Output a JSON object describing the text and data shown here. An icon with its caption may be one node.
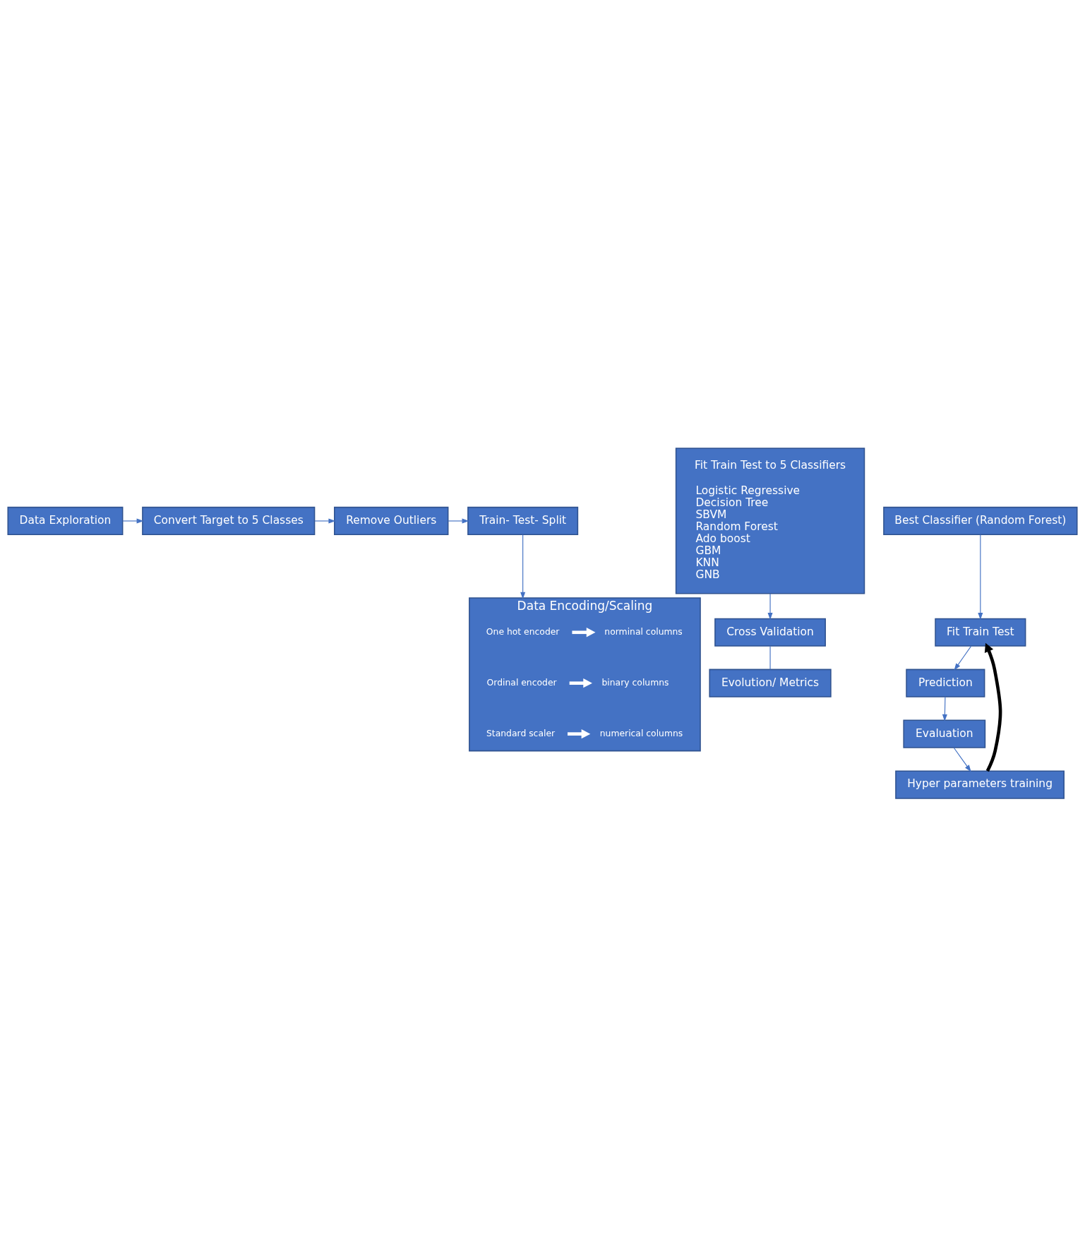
{
  "diagram": {
    "nodes": [
      {
        "text": [
          "Data Exploration"
        ]
      },
      {
        "text": [
          "Convert Target to 5 Classes"
        ]
      },
      {
        "text": [
          "Remove Outliers"
        ]
      },
      {
        "text": [
          "Train- Test- Split"
        ]
      },
      {
        "text": [
          "Data Encoding/Scaling"
        ]
      },
      {
        "text": [
          "One hot encoder"
        ],
        "in": 4
      },
      {
        "text": [
          "norminal columns"
        ],
        "in": 4
      },
      {
        "text": [
          "Ordinal encoder"
        ],
        "in": 4
      },
      {
        "text": [
          "binary columns"
        ],
        "in": 4
      },
      {
        "text": [
          "Standard scaler"
        ],
        "in": 4
      },
      {
        "text": [
          "numerical columns"
        ],
        "in": 4
      },
      {
        "text": [
          "Fit Train Test to 5 Classifiers",
          "Logistic Regressive",
          "Decision Tree",
          "SBVM",
          "Random Forest",
          "Ado boost",
          "GBM",
          "KNN",
          "GNB"
        ]
      },
      {
        "text": [
          "Cross Validation"
        ]
      },
      {
        "text": [
          "Evolution/ Metrics"
        ]
      },
      {
        "text": [
          "Best Classifier (Random Forest)"
        ]
      },
      {
        "text": [
          "Fit Train Test"
        ]
      },
      {
        "text": [
          "Prediction"
        ]
      },
      {
        "text": [
          "Evaluation"
        ]
      },
      {
        "text": [
          "Hyper parameters training"
        ]
      }
    ],
    "edges": [
      {
        "from": 0,
        "to": 1,
        "arrow": "to"
      },
      {
        "from": 1,
        "to": 2,
        "arrow": "to"
      },
      {
        "from": 2,
        "to": 3,
        "arrow": "to"
      },
      {
        "from": 3,
        "to": 4,
        "arrow": "to"
      },
      {
        "from": 5,
        "to": 6,
        "arrow": "to",
        "style": "thick",
        "color": "#ffffff"
      },
      {
        "from": 7,
        "to": 8,
        "arrow": "to",
        "style": "thick",
        "color": "#ffffff"
      },
      {
        "from": 9,
        "to": 10,
        "arrow": "to",
        "style": "thick",
        "color": "#ffffff"
      },
      {
        "from": 11,
        "to": 12,
        "arrow": "to"
      },
      {
        "from": 12,
        "to": 13,
        "arrow": "none"
      },
      {
        "from": 14,
        "to": 15,
        "arrow": "to"
      },
      {
        "from": 15,
        "to": 16,
        "arrow": "to"
      },
      {
        "from": 16,
        "to": 17,
        "arrow": "to"
      },
      {
        "from": 17,
        "to": 18,
        "arrow": "to"
      },
      {
        "from": 18,
        "to": 15,
        "arrow": "to",
        "style": "thick",
        "color": "#000000"
      }
    ]
  }
}
